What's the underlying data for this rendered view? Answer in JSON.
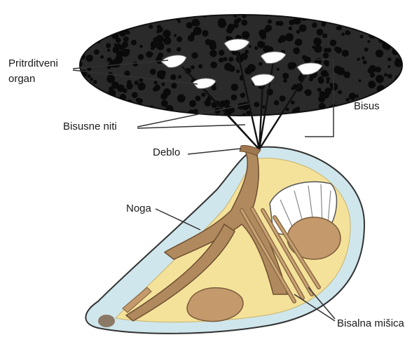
{
  "labels": {
    "attachment_organ_line1": "Pritrditveni",
    "attachment_organ_line2": "organ",
    "byssal_threads": "Bisusne niti",
    "stem": "Deblo",
    "byssus": "Bisus",
    "foot": "Noga",
    "byssal_muscles": "Bisalna mišica"
  },
  "colors": {
    "substrate_fill": "#2a2a2a",
    "substrate_spots": "#0a0a0a",
    "shell_fill": "#cfe6ec",
    "tissue_fill": "#f5e29a",
    "organ_brown": "#b08a5e",
    "gill_white": "#ffffff",
    "line": "#1a1a1a"
  }
}
